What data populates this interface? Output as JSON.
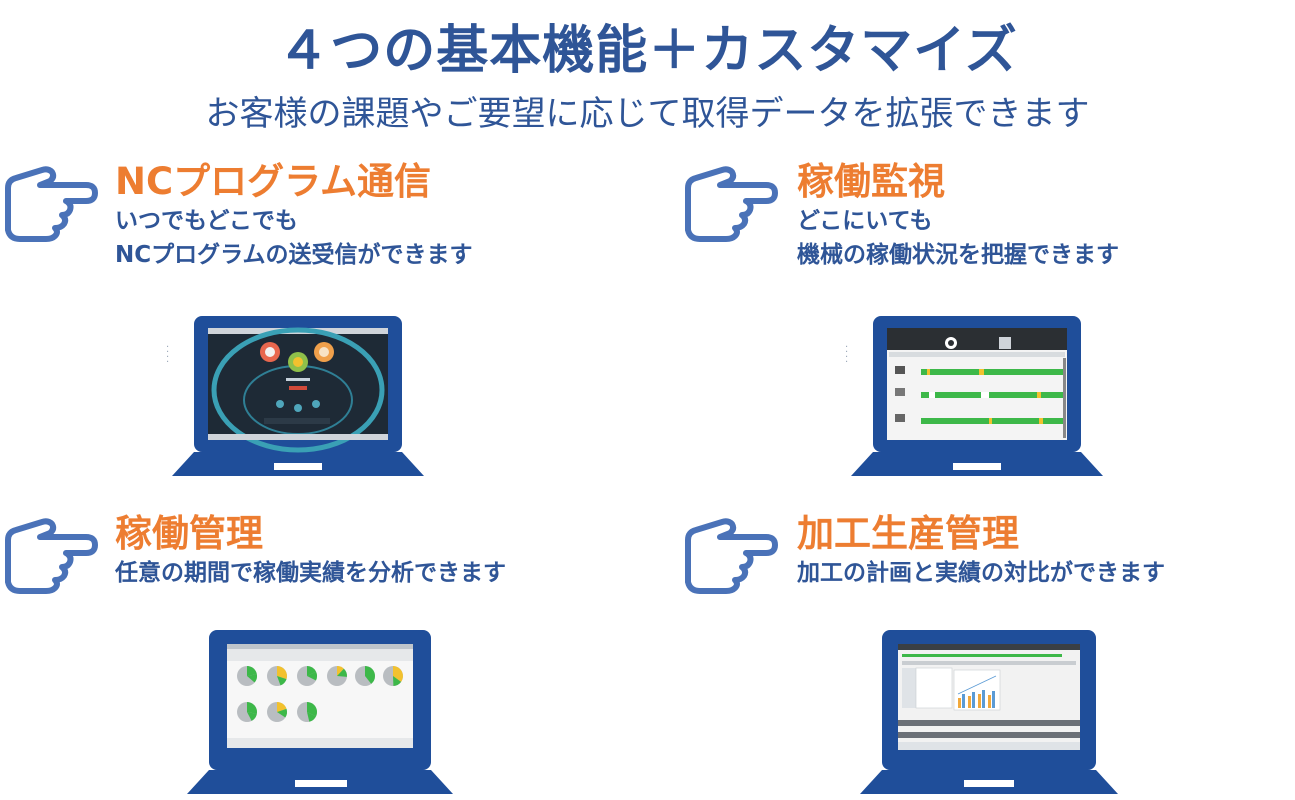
{
  "header": {
    "title": "４つの基本機能＋カスタマイズ",
    "subtitle": "お客様の課題やご要望に応じて取得データを拡張できます"
  },
  "features": [
    {
      "heading": "NCプログラム通信",
      "lines": [
        "いつでもどこでも",
        "NCプログラムの送受信ができます"
      ],
      "icon": "pointing-hand-icon",
      "screen": "nc-program-screen"
    },
    {
      "heading": "稼働監視",
      "lines": [
        "どこにいても",
        "機械の稼働状況を把握できます"
      ],
      "icon": "pointing-hand-icon",
      "screen": "operation-monitor-screen"
    },
    {
      "heading": "稼働管理",
      "lines": [
        "任意の期間で稼働実績を分析できます"
      ],
      "icon": "pointing-hand-icon",
      "screen": "operation-analysis-screen"
    },
    {
      "heading": "加工生産管理",
      "lines": [
        "加工の計画と実績の対比ができます"
      ],
      "icon": "pointing-hand-icon",
      "screen": "production-plan-screen"
    }
  ],
  "colors": {
    "title": "#2f5597",
    "heading": "#ed7d31",
    "laptop": "#1f4e9a",
    "hand": "#4a72b8",
    "status_green": "#3db849",
    "status_yellow": "#f2c12e"
  }
}
